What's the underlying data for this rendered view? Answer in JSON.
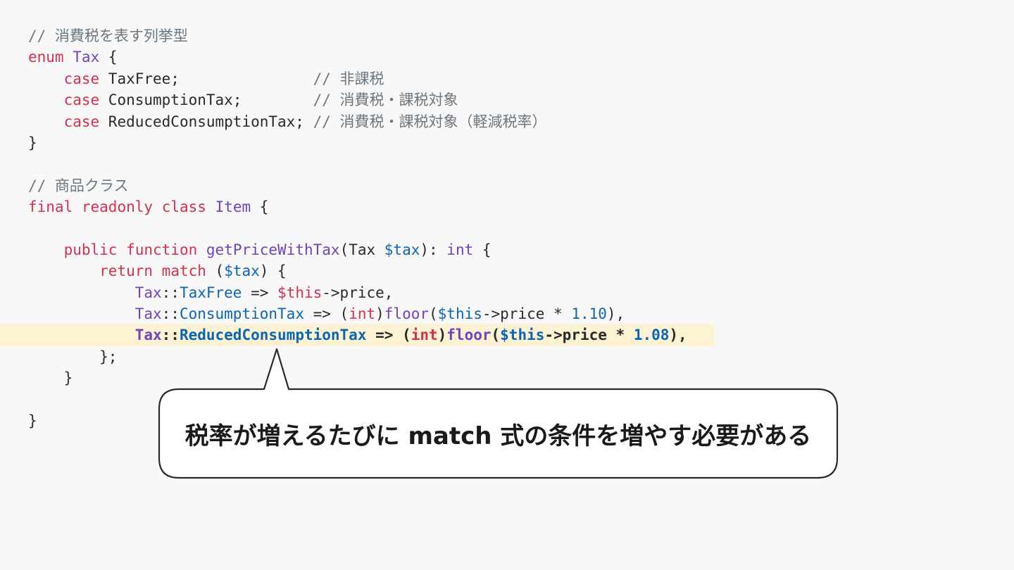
{
  "code": {
    "l1_comment": "// 消費税を表す列挙型",
    "l2": {
      "enum": "enum",
      "name": "Tax",
      "brace": " {"
    },
    "l3": {
      "case": "case",
      "name": " TaxFree;",
      "comment": "// 非課税"
    },
    "l4": {
      "case": "case",
      "name": " ConsumptionTax;",
      "comment": "// 消費税・課税対象"
    },
    "l5": {
      "case": "case",
      "name": " ReducedConsumptionTax;",
      "comment": " // 消費税・課税対象（軽減税率）"
    },
    "l6": "}",
    "l8_comment": "// 商品クラス",
    "l9": {
      "final": "final",
      "readonly": "readonly",
      "class": "class",
      "name": "Item",
      "brace": " {"
    },
    "l11": {
      "public": "public",
      "function": "function",
      "fname": "getPriceWithTax",
      "open": "(Tax ",
      "param": "$tax",
      "colon": "): ",
      "ret": "int",
      "brace": " {"
    },
    "l12": {
      "return": "return",
      "match": "match",
      "open": " (",
      "var": "$tax",
      "close": ") {"
    },
    "l13": {
      "type": "Tax",
      "sep": "::",
      "prop": "TaxFree",
      "arrow": " => ",
      "this": "$this",
      "rest": "->price,"
    },
    "l14": {
      "type": "Tax",
      "sep": "::",
      "prop": "ConsumptionTax",
      "arrow": " => (",
      "cast": "int",
      "close": ")",
      "fn": "floor",
      "open": "(",
      "this": "$this",
      "mid": "->price * ",
      "num": "1.10",
      "end": "),"
    },
    "l15": {
      "type": "Tax",
      "sep": "::",
      "prop": "ReducedConsumptionTax",
      "arrow": " => (",
      "cast": "int",
      "close": ")",
      "fn": "floor",
      "open": "(",
      "this": "$this",
      "mid": "->price * ",
      "num": "1.08",
      "end": "),"
    },
    "l16": "};",
    "l17": "}",
    "l19": "}"
  },
  "callout": {
    "text": "税率が増えるたびに match 式の条件を増やす必要がある"
  },
  "colors": {
    "background": "#f8f8f8",
    "highlight": "#fdf3d2",
    "keyword": "#d5304f",
    "type": "#6f42c1",
    "property": "#0a64b8",
    "comment": "#6b7780"
  }
}
